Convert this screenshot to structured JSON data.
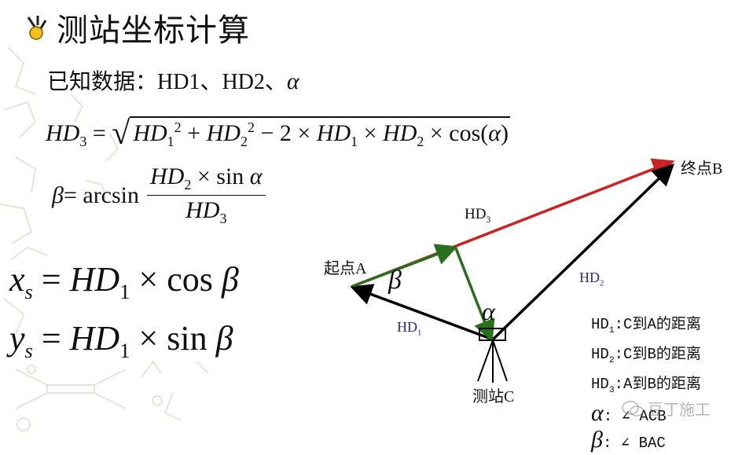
{
  "title": "测站坐标计算",
  "known_data": {
    "label": "已知数据：HD1、HD2、",
    "alpha": "α"
  },
  "formulas": {
    "hd3": {
      "lhs": "HD",
      "lhs_sub": "3",
      "eq": " = ",
      "t1": "HD",
      "t1_sub": "1",
      "t1_sup": "2",
      "plus": " + ",
      "t2": "HD",
      "t2_sub": "2",
      "t2_sup": "2",
      "minus": " − 2 × ",
      "t3": "HD",
      "t3_sub": "1",
      "times1": " × ",
      "t4": "HD",
      "t4_sub": "2",
      "times2": " × cos(",
      "alpha": "α",
      "close": ")"
    },
    "beta": {
      "lhs": "β",
      "eq": " = arcsin",
      "num_hd": "HD",
      "num_sub": "2",
      "num_rest": " × sin ",
      "num_alpha": "α",
      "den_hd": "HD",
      "den_sub": "3"
    },
    "xs": {
      "var": "x",
      "sub": "s",
      "eq": " = ",
      "hd": "HD",
      "hd_sub": "1",
      "rest": " × cos ",
      "beta": "β"
    },
    "ys": {
      "var": "y",
      "sub": "s",
      "eq": " = ",
      "hd": "HD",
      "hd_sub": "1",
      "rest": " × sin ",
      "beta": "β"
    }
  },
  "diagram": {
    "point_a": "起点A",
    "point_b": "终点B",
    "station_c": "测站C",
    "hd1": "HD",
    "hd1_sub": "1",
    "hd2": "HD",
    "hd2_sub": "2",
    "hd3": "HD",
    "hd3_sub": "3",
    "angle_alpha": "α",
    "angle_beta": "β",
    "colors": {
      "hd3_line": "#cc2222",
      "projection": "#2a6e1e",
      "sides": "#000000",
      "hd_label": "#2b2b8c"
    }
  },
  "legend": {
    "rows": [
      {
        "hd": "HD",
        "sub": "1",
        "text": ":C到A的距离"
      },
      {
        "hd": "HD",
        "sub": "2",
        "text": ":C到B的距离"
      },
      {
        "hd": "HD",
        "sub": "3",
        "text": ":A到B的距离"
      }
    ],
    "alpha": {
      "sym": "α",
      "text": ":  ∠ ACB"
    },
    "beta": {
      "sym": "β",
      "text": ":  ∠ BAC"
    }
  },
  "watermark": "豆丁施工"
}
